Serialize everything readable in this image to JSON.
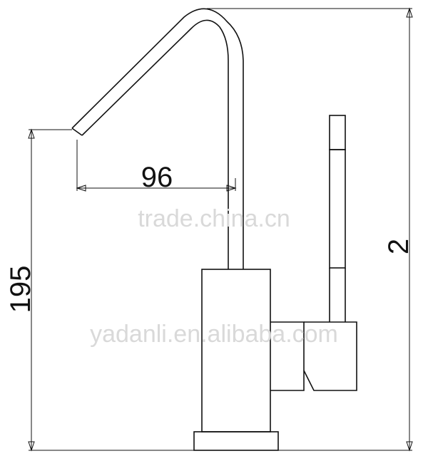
{
  "dimensions": {
    "spout_reach": "96",
    "spout_height": "195",
    "total_height": "2"
  },
  "watermarks": {
    "top": "trade.china.cn",
    "bottom": "yadanli.en.alibaba.com"
  },
  "colors": {
    "line": "#111111",
    "watermark": "#d9d9d9",
    "background": "#ffffff"
  }
}
